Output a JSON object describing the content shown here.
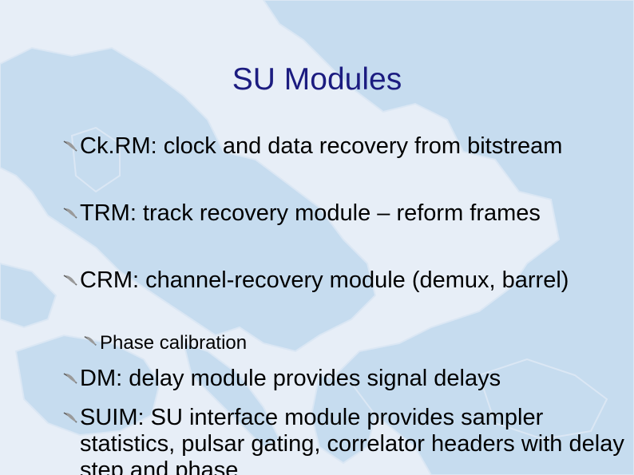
{
  "slide": {
    "title": "SU Modules",
    "bullets": [
      {
        "text": "Ck.RM: clock and data recovery from bitstream",
        "icon": "quill-bullet-icon"
      },
      {
        "text": "TRM: track recovery module – reform frames",
        "icon": "quill-bullet-icon"
      },
      {
        "text": "CRM: channel-recovery module (demux, barrel)",
        "icon": "quill-bullet-icon"
      },
      {
        "text": "Phase calibration",
        "icon": "quill-bullet-icon",
        "level": 2
      },
      {
        "text": "DM: delay module provides signal delays",
        "icon": "quill-bullet-icon"
      },
      {
        "text": "SUIM: SU interface module provides sampler statistics, pulsar gating, correlator headers with delay step and phase",
        "icon": "quill-bullet-icon"
      }
    ]
  },
  "colors": {
    "background": "#e7eef7",
    "map_land": "#c6dcef",
    "title": "#1c1c80",
    "text": "#000000"
  }
}
